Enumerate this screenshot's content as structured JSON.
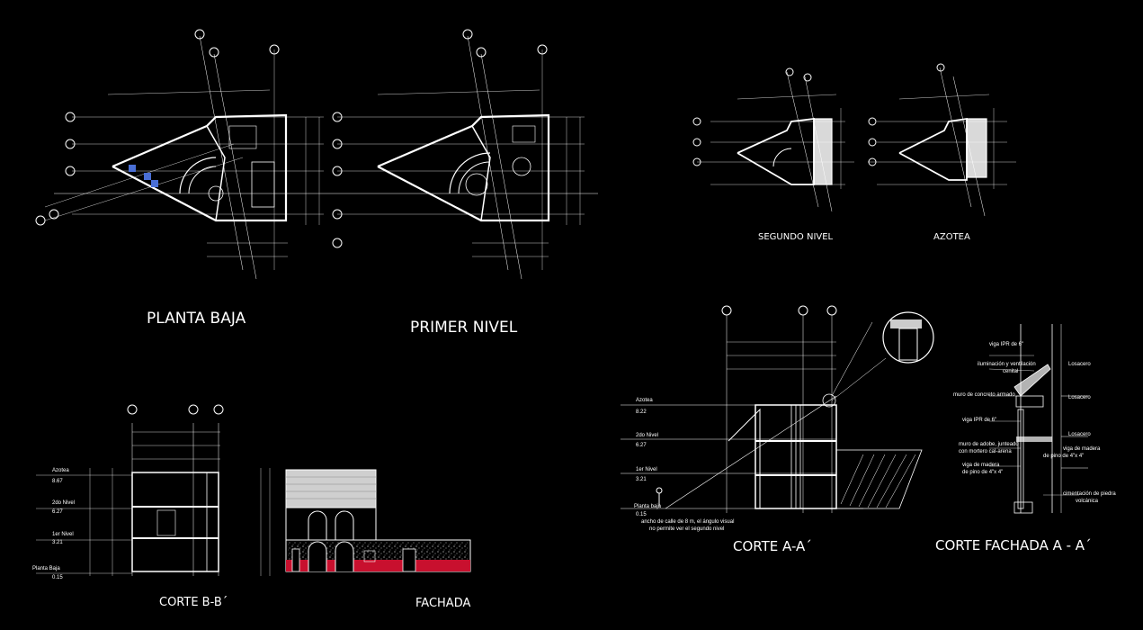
{
  "colors": {
    "background": "#000000",
    "line": "#ffffff",
    "accent_red": "#c8102e",
    "accent_blue": "#4a6fd6"
  },
  "titles": {
    "planta_baja": "PLANTA BAJA",
    "primer_nivel": "PRIMER NIVEL",
    "segundo_nivel": "SEGUNDO NIVEL",
    "azotea": "AZOTEA",
    "corte_aa": "CORTE A-A´",
    "corte_fachada": "CORTE FACHADA A - A´",
    "corte_bb": "CORTE B-B´",
    "fachada": "FACHADA"
  },
  "levels": {
    "azotea": "Azotea",
    "azotea_val": "8.67",
    "segundo": "2do Nivel",
    "segundo_val": "6.27",
    "primero": "1er Nivel",
    "primero_val": "3.21",
    "planta_baja": "Planta Baja",
    "planta_baja_val": "0.15",
    "aa_azotea": "Azotea",
    "aa_azotea_val": "8.22",
    "aa_segundo": "2do Nivel",
    "aa_segundo_val": "6.27",
    "aa_primero": "1er Nivel",
    "aa_primero_val": "3.21",
    "aa_pb": "Planta baja",
    "aa_pb_val": "0.15"
  },
  "notes": {
    "calle_1": "ancho de calle de 8 m, el ángulo visual",
    "calle_2": "no permite ver el segundo nivel",
    "viga_ipr": "viga IPR de 6\"",
    "iluminacion_1": "iluminación y ventilación",
    "iluminacion_2": "cenital",
    "losacero_1": "Losacero",
    "muro_concreto": "muro de concreto armado",
    "losacero_2": "Losacero",
    "viga_ipr_2": "viga IPR de 6\"",
    "muro_adobe_1": "muro de adobe, junteado",
    "muro_adobe_2": "con mortero cal-arena",
    "viga_madera_1": "viga de madera",
    "viga_madera_2": "de pino de 4\"x 4\"",
    "viga_madera_3": "viga de madera",
    "viga_madera_4": "de pino de 4\"x 4\"",
    "cimentacion_1": "cimentación de piedra",
    "cimentacion_2": "volcánica",
    "losacero_3": "Losacero"
  }
}
